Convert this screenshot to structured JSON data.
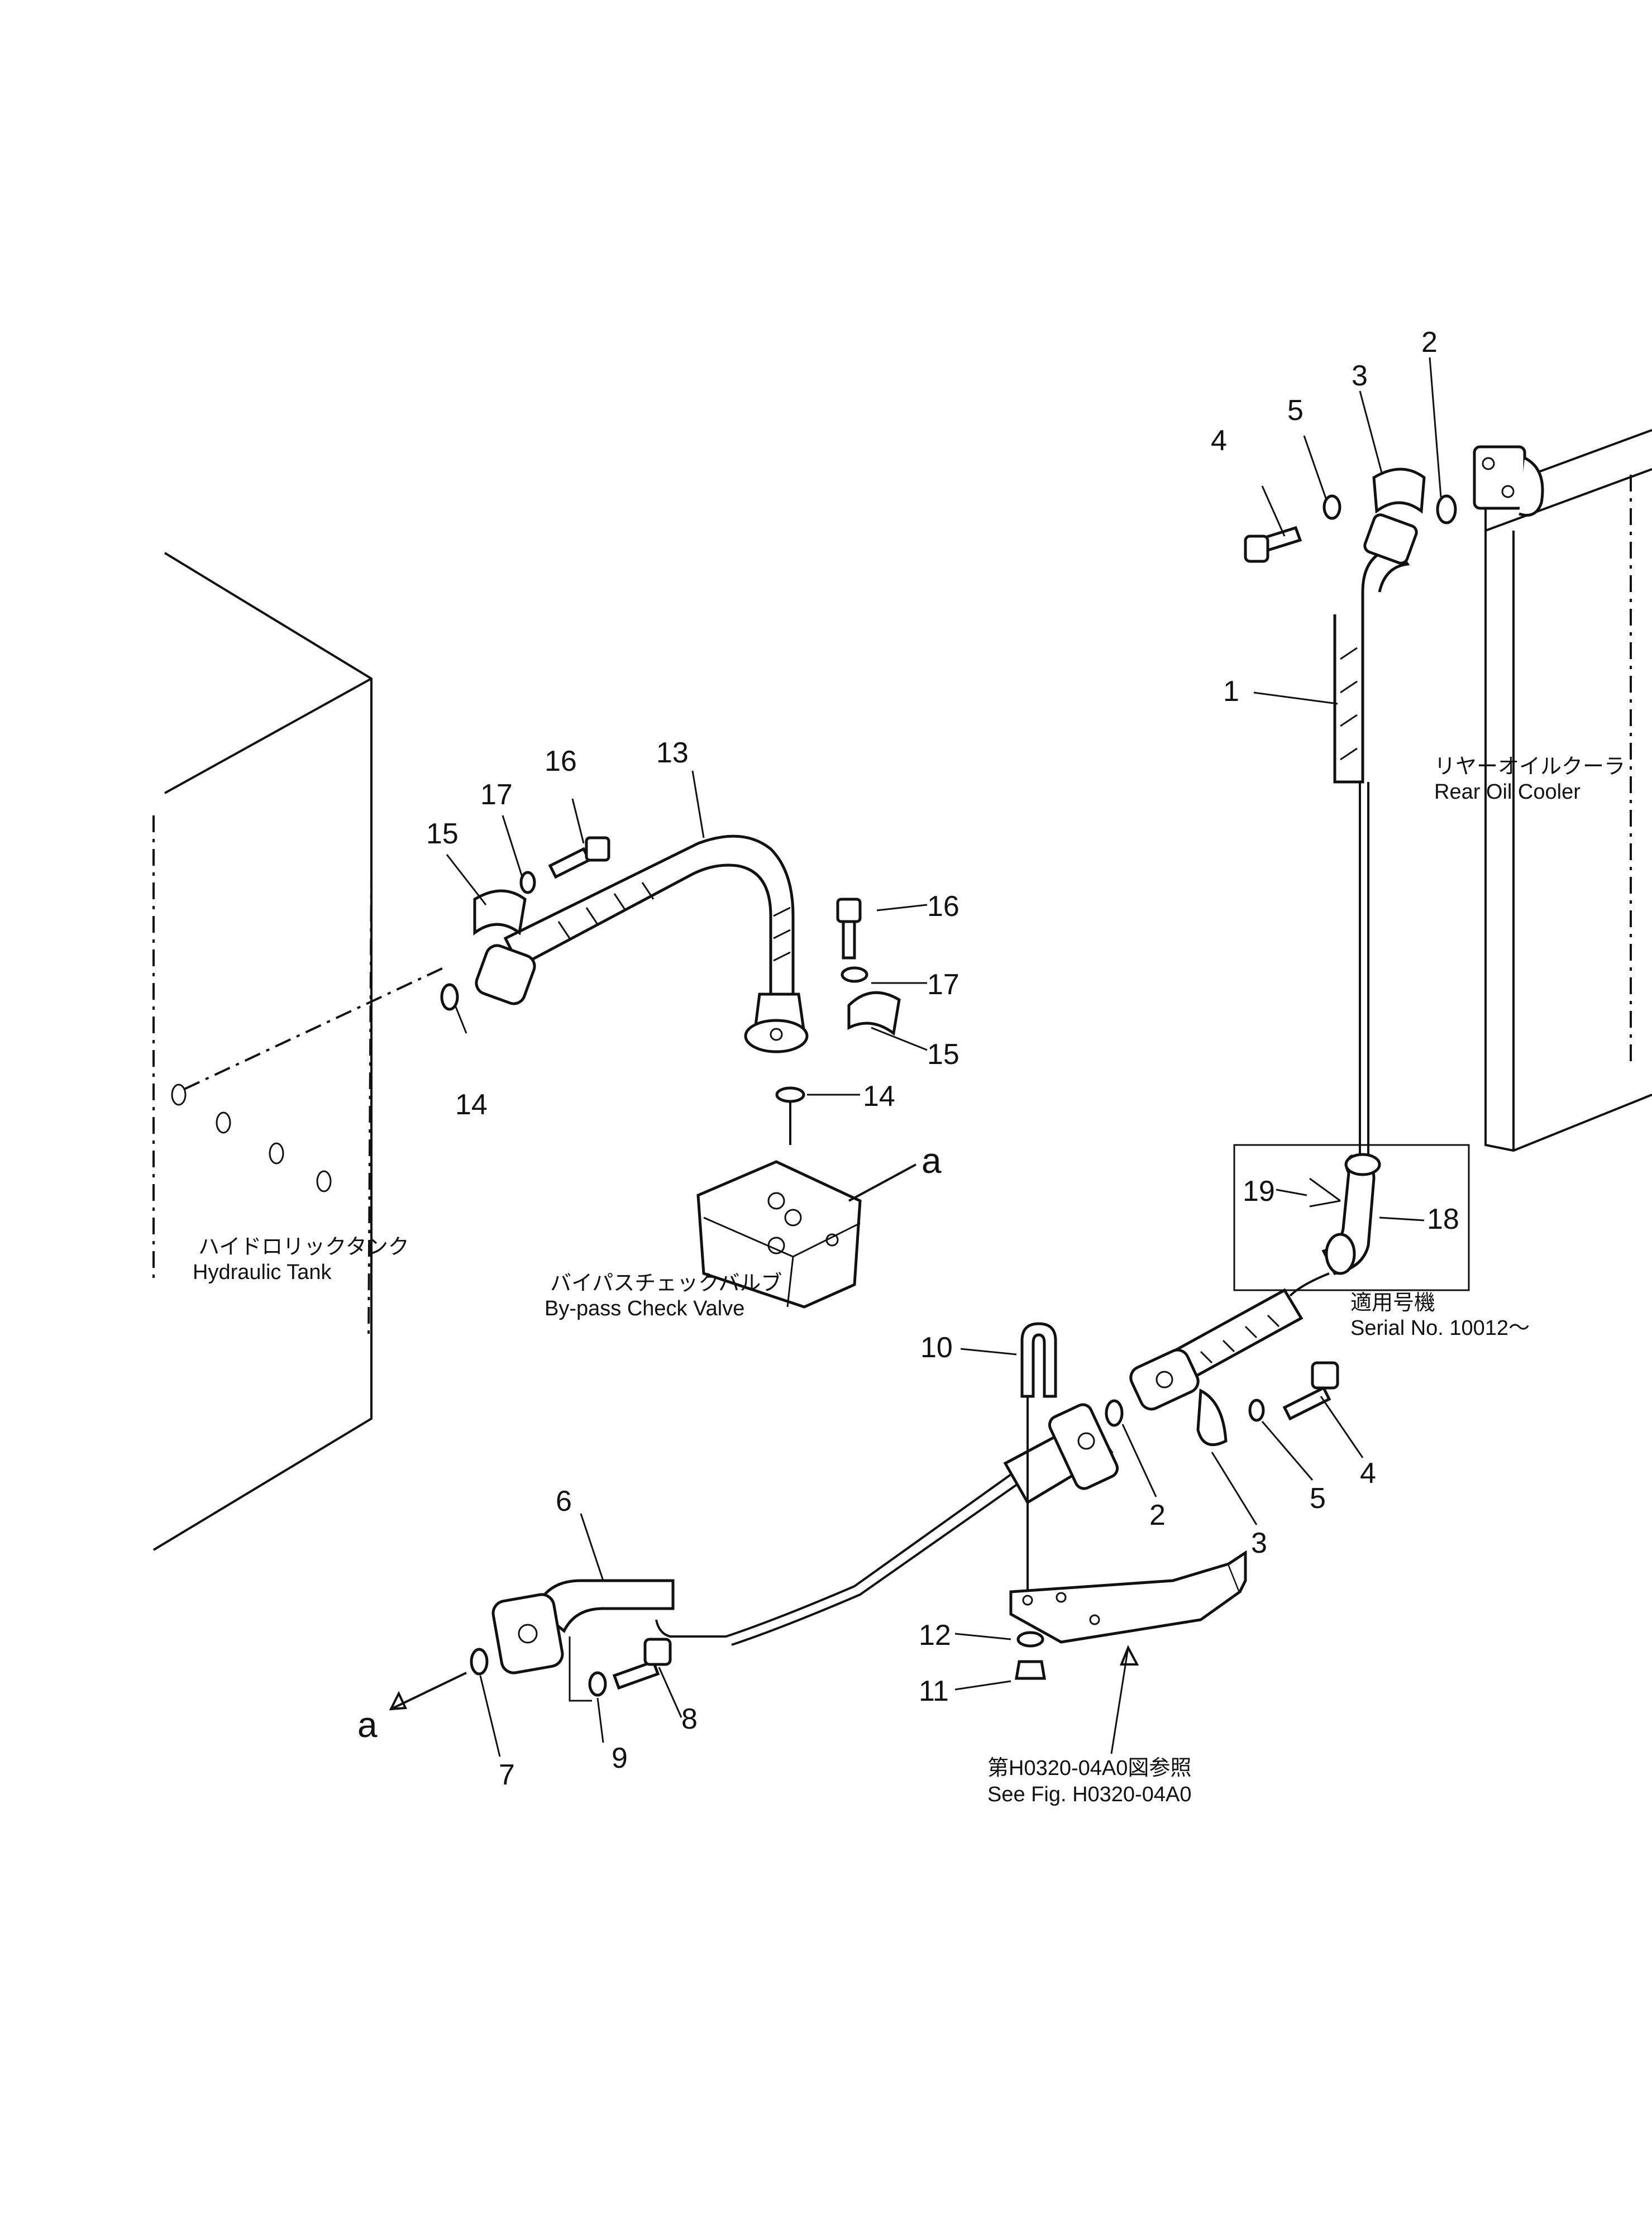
{
  "callouts": {
    "c1": "1",
    "c2_top": "2",
    "c3_top": "3",
    "c4_top": "4",
    "c5_top": "5",
    "c13": "13",
    "c16_left": "16",
    "c17_left": "17",
    "c15_left": "15",
    "c16_right": "16",
    "c17_right": "17",
    "c15_right": "15",
    "c14_left": "14",
    "c14_right": "14",
    "c19": "19",
    "c18": "18",
    "c10": "10",
    "c2_bottom": "2",
    "c3_bottom": "3",
    "c4_bottom": "4",
    "c5_bottom": "5",
    "c6": "6",
    "c7": "7",
    "c8": "8",
    "c9": "9",
    "c12": "12",
    "c11": "11",
    "ref_a_top": "a",
    "ref_a_bottom": "a"
  },
  "labels": {
    "rear_cooler_jp": "リヤーオイルクーラ",
    "rear_cooler_en": "Rear  Oil  Cooler",
    "tank_jp": "ハイドロリックタンク",
    "tank_en": "Hydraulic  Tank",
    "valve_jp": "バイパスチェックバルブ",
    "valve_en": "By-pass  Check  Valve",
    "serial_jp": "適用号機",
    "serial_en": "Serial  No.  10012～",
    "see_fig_jp": "第H0320-04A0図参照",
    "see_fig_en": "See  Fig.  H0320-04A0"
  }
}
